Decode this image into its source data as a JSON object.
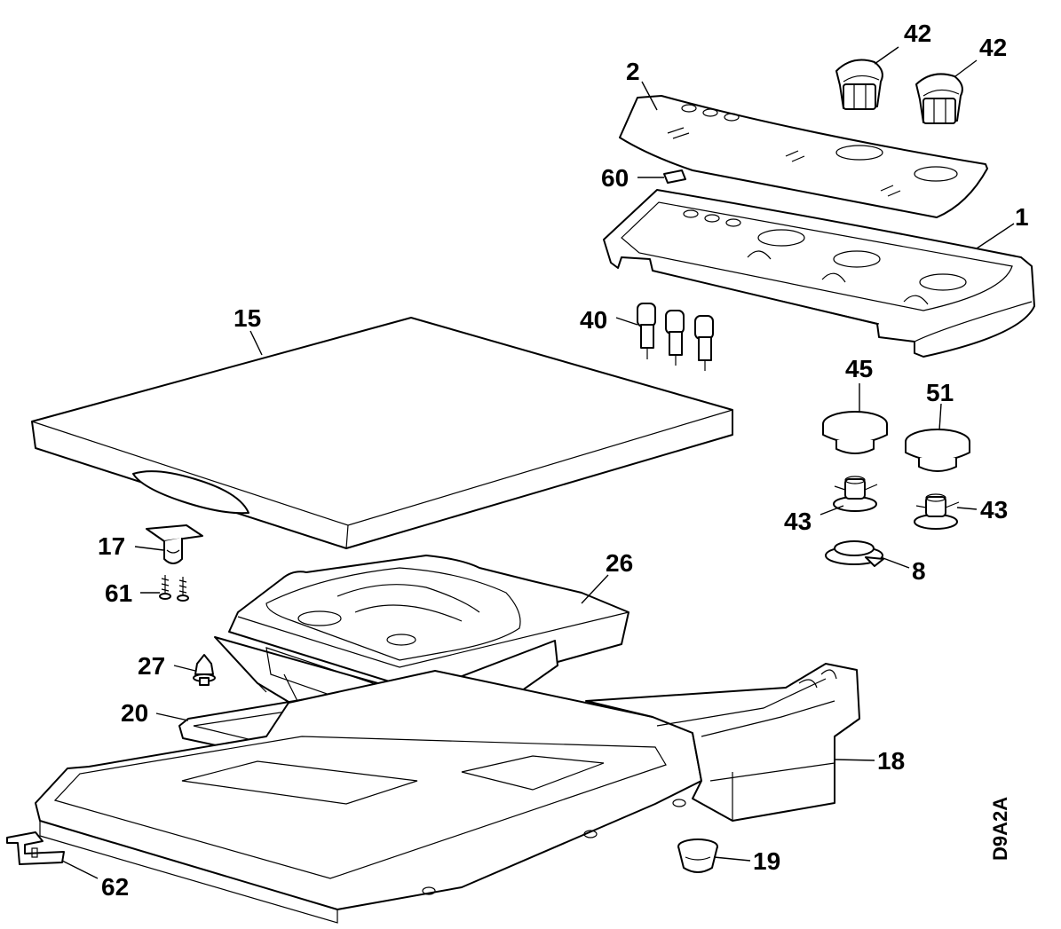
{
  "drawing_code": "D9A2A",
  "parts": [
    {
      "id": "p42a",
      "number": "42"
    },
    {
      "id": "p42b",
      "number": "42"
    },
    {
      "id": "p2",
      "number": "2"
    },
    {
      "id": "p60",
      "number": "60"
    },
    {
      "id": "p1",
      "number": "1"
    },
    {
      "id": "p40",
      "number": "40"
    },
    {
      "id": "p15",
      "number": "15"
    },
    {
      "id": "p45",
      "number": "45"
    },
    {
      "id": "p51",
      "number": "51"
    },
    {
      "id": "p43a",
      "number": "43"
    },
    {
      "id": "p43b",
      "number": "43"
    },
    {
      "id": "p8",
      "number": "8"
    },
    {
      "id": "p17",
      "number": "17"
    },
    {
      "id": "p26",
      "number": "26"
    },
    {
      "id": "p61",
      "number": "61"
    },
    {
      "id": "p27",
      "number": "27"
    },
    {
      "id": "p20",
      "number": "20"
    },
    {
      "id": "p18",
      "number": "18"
    },
    {
      "id": "p19",
      "number": "19"
    },
    {
      "id": "p62",
      "number": "62"
    }
  ]
}
